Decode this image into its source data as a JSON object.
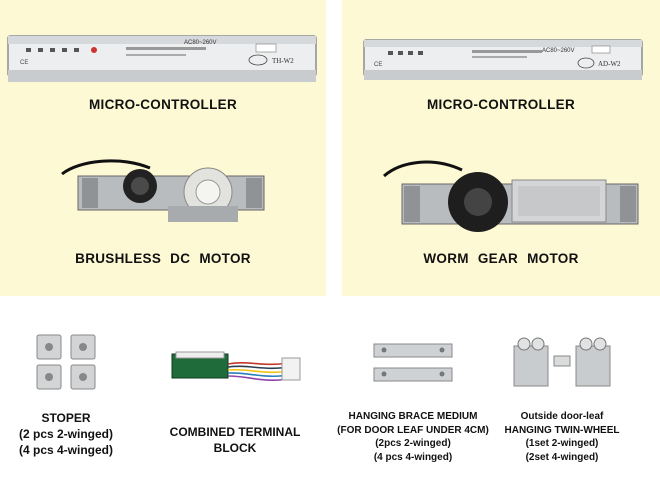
{
  "panels": {
    "left": {
      "controller_label": "MICRO-CONTROLLER",
      "controller_model": "TH-W2",
      "controller_spec": "AC80~260V",
      "motor_label": "BRUSHLESS  DC  MOTOR"
    },
    "right": {
      "controller_label": "MICRO-CONTROLLER",
      "controller_model": "AD-W2",
      "controller_spec": "AC80~260V",
      "motor_label": "WORM  GEAR  MOTOR"
    }
  },
  "parts": {
    "stoper": {
      "lines": [
        "STOPER",
        "(2 pcs 2-winged)",
        "(4 pcs 4-winged)"
      ]
    },
    "terminal": {
      "lines": [
        "COMBINED TERMINAL",
        "BLOCK"
      ]
    },
    "brace": {
      "lines": [
        "HANGING BRACE MEDIUM",
        "(FOR DOOR LEAF UNDER 4CM)",
        "(2pcs 2-winged)",
        "(4 pcs 4-winged)"
      ]
    },
    "wheel": {
      "lines": [
        "Outside door-leaf",
        "HANGING TWIN-WHEEL",
        "(1set  2-winged)",
        "(2set  4-winged)"
      ]
    }
  }
}
